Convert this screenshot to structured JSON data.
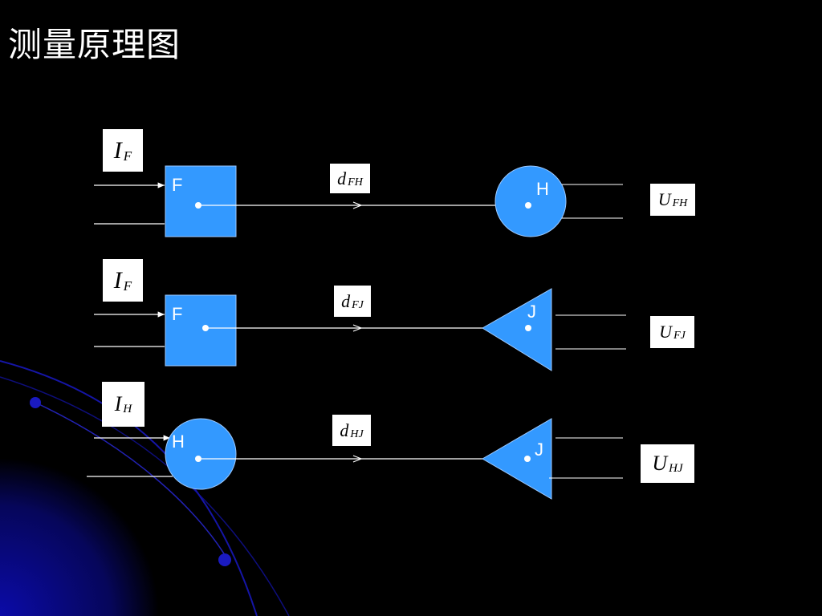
{
  "title": "测量原理图",
  "colors": {
    "background": "#000000",
    "shape_fill": "#3399ff",
    "line": "#ffffff",
    "swoosh": "#0a0a8a"
  },
  "rows": [
    {
      "source_label": {
        "main": "I",
        "sub": "F"
      },
      "transmitter": {
        "shape": "square",
        "letter": "F"
      },
      "distance_label": {
        "main": "d",
        "sub": "FH"
      },
      "receiver": {
        "shape": "circle",
        "letter": "H"
      },
      "output_label": {
        "main": "U",
        "sub": "FH"
      }
    },
    {
      "source_label": {
        "main": "I",
        "sub": "F"
      },
      "transmitter": {
        "shape": "square",
        "letter": "F"
      },
      "distance_label": {
        "main": "d",
        "sub": "FJ"
      },
      "receiver": {
        "shape": "triangle",
        "letter": "J"
      },
      "output_label": {
        "main": "U",
        "sub": "FJ"
      }
    },
    {
      "source_label": {
        "main": "I",
        "sub": "H"
      },
      "transmitter": {
        "shape": "circle",
        "letter": "H"
      },
      "distance_label": {
        "main": "d",
        "sub": "HJ"
      },
      "receiver": {
        "shape": "triangle",
        "letter": "J"
      },
      "output_label": {
        "main": "U",
        "sub": "HJ"
      }
    }
  ]
}
